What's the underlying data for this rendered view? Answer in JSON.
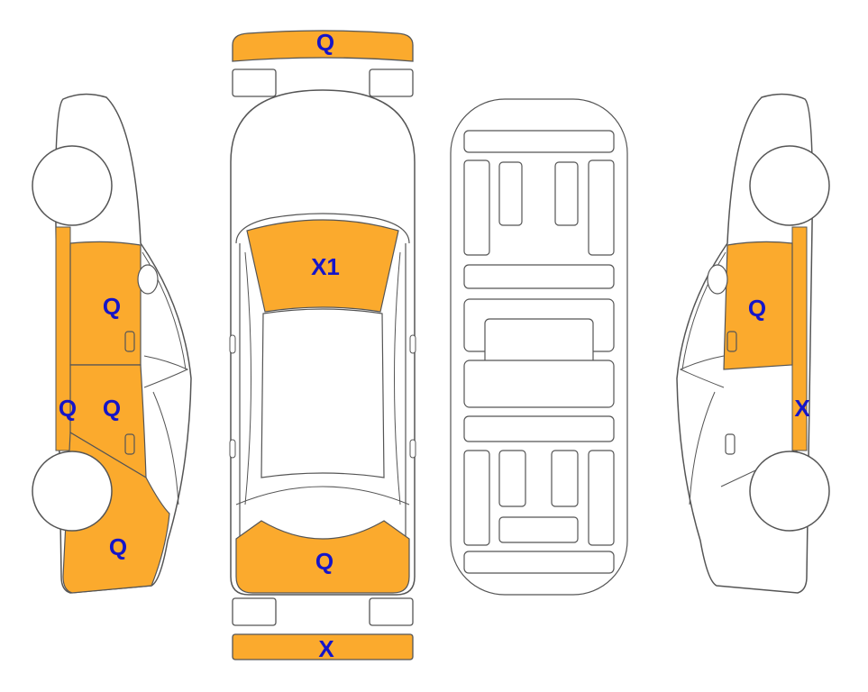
{
  "colors": {
    "damaged_fill": "#FBAA2D",
    "outline": "#555555",
    "label": "#1515C8",
    "background": "#FFFFFF"
  },
  "labels": {
    "front_bumper": "Q",
    "windshield": "X1",
    "rear_window": "Q",
    "rear_bumper": "X",
    "left_front_door": "Q",
    "left_rear_door": "Q",
    "left_rocker": "Q",
    "left_rear_quarter": "Q",
    "right_rear_door": "Q",
    "right_rocker": "X"
  }
}
